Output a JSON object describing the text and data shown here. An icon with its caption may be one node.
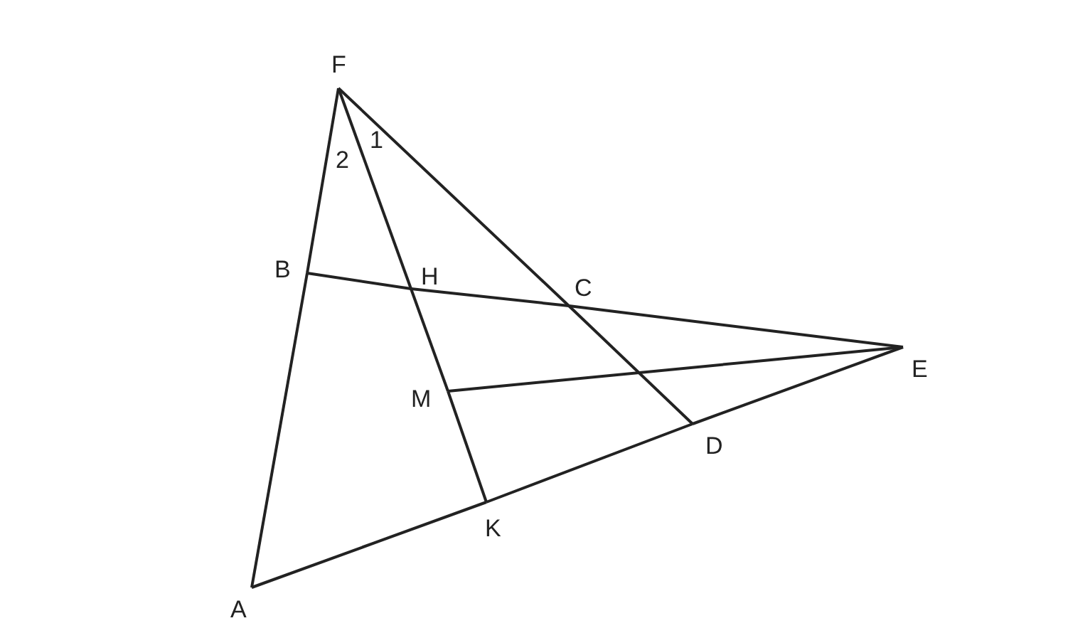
{
  "diagram": {
    "nodes": [
      {
        "text": [
          "F"
        ]
      },
      {
        "text": [
          "B"
        ]
      },
      {
        "text": [
          "H"
        ]
      },
      {
        "text": [
          "C"
        ]
      },
      {
        "text": [
          "E"
        ]
      },
      {
        "text": [
          "M"
        ]
      },
      {
        "text": [
          "D"
        ]
      },
      {
        "text": [
          "K"
        ]
      },
      {
        "text": [
          "A"
        ]
      }
    ],
    "edges": [
      {
        "from": 0,
        "to": 1,
        "arrow": "none"
      },
      {
        "from": 1,
        "to": 8,
        "arrow": "none"
      },
      {
        "from": 0,
        "to": 2,
        "arrow": "none"
      },
      {
        "from": 2,
        "to": 5,
        "arrow": "none"
      },
      {
        "from": 5,
        "to": 7,
        "arrow": "none"
      },
      {
        "from": 0,
        "to": 3,
        "arrow": "none"
      },
      {
        "from": 3,
        "to": 6,
        "arrow": "none"
      },
      {
        "from": 1,
        "to": 2,
        "arrow": "none"
      },
      {
        "from": 2,
        "to": 3,
        "arrow": "none"
      },
      {
        "from": 3,
        "to": 4,
        "arrow": "none"
      },
      {
        "from": 5,
        "to": 4,
        "arrow": "none"
      },
      {
        "from": 8,
        "to": 7,
        "arrow": "none"
      },
      {
        "from": 7,
        "to": 6,
        "arrow": "none"
      },
      {
        "from": 6,
        "to": 4,
        "arrow": "none"
      }
    ],
    "labels": [
      "1",
      "2"
    ]
  }
}
